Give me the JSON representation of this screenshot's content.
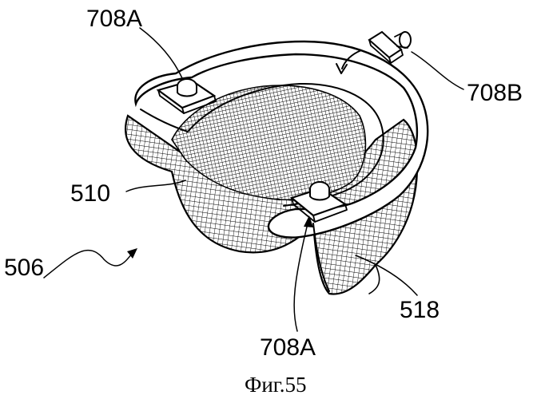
{
  "figure": {
    "caption": "Фиг.55",
    "labels": {
      "top_left_clip": "708A",
      "top_right_clip": "708B",
      "mesh_wall": "510",
      "assembly": "506",
      "bottom_clip": "708A",
      "lower_mesh": "518"
    },
    "ink_color": "#000000",
    "background_color": "#ffffff"
  }
}
